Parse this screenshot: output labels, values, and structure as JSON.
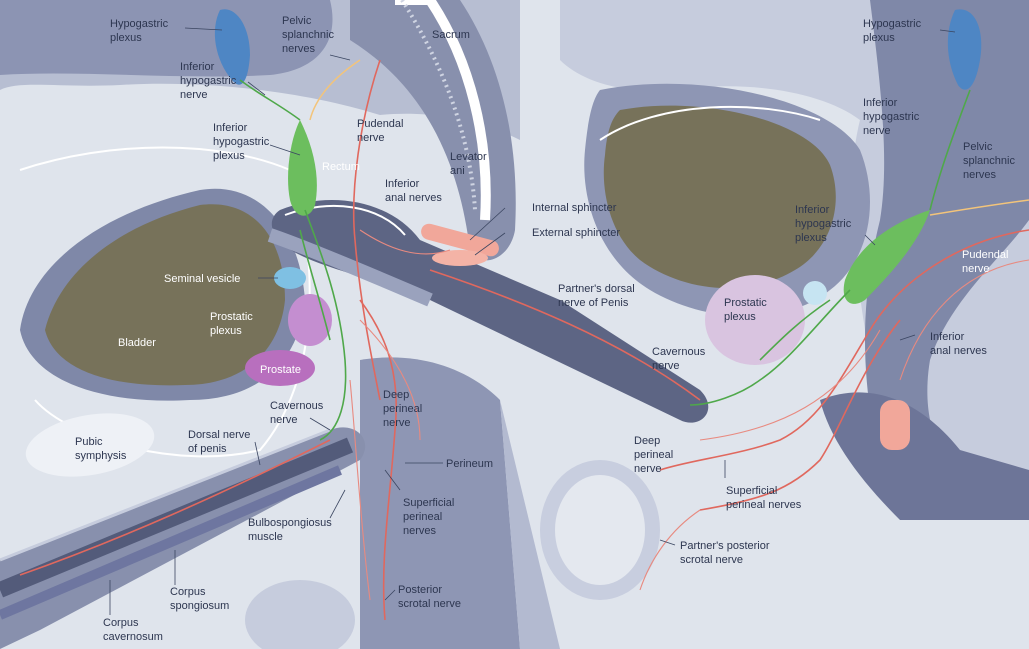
{
  "labels": {
    "hypogastric_plexus_left": [
      "Hypogastric",
      "plexus"
    ],
    "pelvic_splanchnic_left": [
      "Pelvic",
      "splanchnic",
      "nerves"
    ],
    "sacrum": "Sacrum",
    "inferior_hypogastric_nerve_left": [
      "Inferior",
      "hypogastric",
      "nerve"
    ],
    "pudendal_nerve_left": [
      "Pudendal",
      "nerve"
    ],
    "inferior_hypogastric_plexus_left": [
      "Inferior",
      "hypogastric",
      "plexus"
    ],
    "rectum": "Rectum",
    "levator_ani": [
      "Levator",
      "ani"
    ],
    "inferior_anal_nerves_left": [
      "Inferior",
      "anal nerves"
    ],
    "internal_sphincter": "Internal sphincter",
    "external_sphincter": "External sphincter",
    "seminal_vesicle": "Seminal vesicle",
    "bladder": "Bladder",
    "prostatic_plexus_left": [
      "Prostatic",
      "plexus"
    ],
    "prostate": "Prostate",
    "cavernous_nerve_left": [
      "Cavernous",
      "nerve"
    ],
    "deep_perineal_nerve_left": [
      "Deep",
      "perineal",
      "nerve"
    ],
    "pubic_symphysis": [
      "Pubic",
      "symphysis"
    ],
    "dorsal_nerve_of_penis": [
      "Dorsal nerve",
      "of penis"
    ],
    "perineum": "Perineum",
    "superficial_perineal_nerves_left": [
      "Superficial",
      "perineal",
      "nerves"
    ],
    "bulbospongiosus_muscle": [
      "Bulbospongiosus",
      "muscle"
    ],
    "corpus_spongiosum": [
      "Corpus",
      "spongiosum"
    ],
    "corpus_cavernosum": [
      "Corpus",
      "cavernosum"
    ],
    "posterior_scrotal_nerve": [
      "Posterior",
      "scrotal nerve"
    ],
    "partners_dorsal_nerve": [
      "Partner's dorsal",
      "nerve of Penis"
    ],
    "hypogastric_plexus_right": [
      "Hypogastric",
      "plexus"
    ],
    "inferior_hypogastric_nerve_right": [
      "Inferior",
      "hypogastric",
      "nerve"
    ],
    "pelvic_splanchnic_right": [
      "Pelvic",
      "splanchnic",
      "nerves"
    ],
    "inferior_hypogastric_plexus_right": [
      "Inferior",
      "hypogastric",
      "plexus"
    ],
    "pudendal_nerve_right": [
      "Pudendal",
      "nerve"
    ],
    "prostatic_plexus_right": [
      "Prostatic",
      "plexus"
    ],
    "cavernous_nerve_right": [
      "Cavernous",
      "nerve"
    ],
    "inferior_anal_nerves_right": [
      "Inferior",
      "anal nerves"
    ],
    "deep_perineal_nerve_right": [
      "Deep",
      "perineal",
      "nerve"
    ],
    "superficial_perineal_nerves_right": [
      "Superficial",
      "perineal nerves"
    ],
    "partners_posterior_scrotal_nerve": [
      "Partner's posterior",
      "scrotal nerve"
    ]
  },
  "colors": {
    "background": "#dfe4ec",
    "tissue_dark": "#7f88a8",
    "tissue_mid": "#a9b1c9",
    "tissue_light": "#c6ccdd",
    "bladder": "#77725a",
    "nerve_red": "#e0685e",
    "plexus_green": "#4fa84a",
    "prostate": "#b86fbe",
    "hypogastric_blue": "#4e86c4"
  }
}
